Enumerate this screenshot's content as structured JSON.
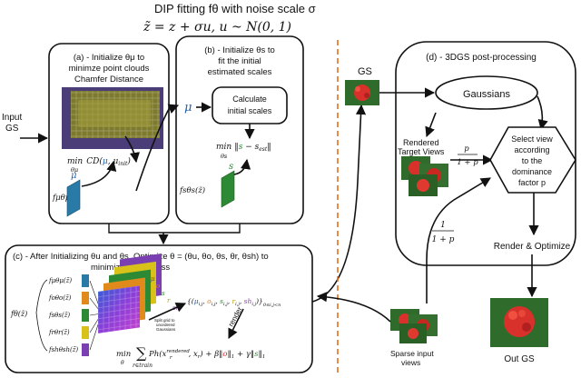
{
  "title": {
    "line1": "DIP fitting fθ with noise scale σ",
    "line2": "z̃ = z + σu, u ~ N(0, 1)"
  },
  "input_label": [
    "Input",
    "GS"
  ],
  "panel_a": {
    "lines": [
      "(a) - Initialize θμ to",
      "minimze point clouds",
      "Chamfer Distance"
    ],
    "min_expr": "min CD(μ, μinit)",
    "min_sub": "θμ",
    "f_label": "fμθμ(z̃)",
    "mu_label": "μ"
  },
  "panel_b": {
    "lines": [
      "(b) - Initialize θs to",
      "fit the initial",
      "estimated scales"
    ],
    "calc_box": [
      "Calculate",
      "initial scales"
    ],
    "mu_label": "μ",
    "min_expr": "min‖s − sest‖",
    "min_sub": "θs",
    "f_label": "fsθs(z̃)",
    "s_label": "s"
  },
  "panel_c": {
    "lines": [
      "(c) - After Initializing θu and θs, Optimize θ = (θu, θo, θs, θr, θsh) to",
      "minimize render loss"
    ],
    "f_main": "fθ(z̃)",
    "f_list": [
      "fμθμ(z̃)",
      "foθo(z̃)",
      "fsθs(z̃)",
      "frθr(z̃)",
      "fshθsh(z̃)"
    ],
    "stack_labels": [
      "μ",
      "o",
      "s",
      "r",
      "sh"
    ],
    "set_expr": "{(μi,j, oi,j, si,j, ri,j, shi,j)}0≤i,j<n",
    "split_note": [
      "Split grid to",
      "unordered",
      "Gaussians"
    ],
    "render_label": "render",
    "loss_min": "min",
    "loss_sub": "θ",
    "loss_sum_sub": "r∈train",
    "loss_expr": "Ph(xrendered r, xr) + β‖o‖1 + γ‖s‖1"
  },
  "panel_d": {
    "title": "(d) - 3DGS post-processing",
    "gs_label": "GS",
    "gaussians_label": "Gaussians",
    "rendered_label": [
      "Rendered",
      "Target Views"
    ],
    "select_label": [
      "Select view",
      "according",
      "to the",
      "dominance",
      "factor p"
    ],
    "frac_top": [
      "p",
      "1 + p"
    ],
    "frac_bottom": [
      "1",
      "1 + p"
    ],
    "render_optimize": "Render & Optimize",
    "sparse_label": [
      "Sparse input",
      "views"
    ],
    "out_label": "Out GS"
  },
  "colors": {
    "divider": "#e07020",
    "mu_blue": "#1f5fb4",
    "s_green": "#2d8a34",
    "flower_red": "#d8302a",
    "foliage_green": "#2f6b2a"
  }
}
